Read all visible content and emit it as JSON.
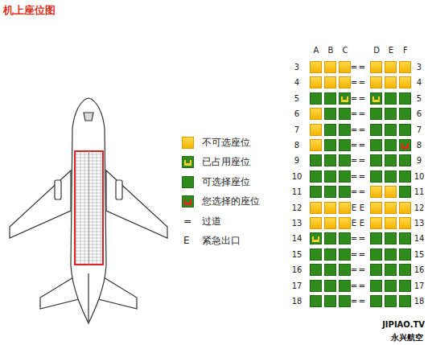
{
  "diagram": {
    "title": "机上座位图",
    "labels": [
      "A",
      "B",
      "C",
      "D",
      "E",
      "F",
      "3",
      "=",
      "=",
      "3",
      "4",
      "=",
      "=",
      "4",
      "5",
      "=",
      "=",
      "5",
      "6",
      "=",
      "=",
      "6",
      "7",
      "=",
      "=",
      "7",
      "8",
      "=",
      "=",
      "8",
      "9",
      "=",
      "=",
      "9",
      "10",
      "=",
      "=",
      "10",
      "11",
      "=",
      "=",
      "11",
      "12",
      "E",
      "E",
      "12",
      "13",
      "E",
      "E",
      "13",
      "14",
      "=",
      "=",
      "14",
      "15",
      "=",
      "=",
      "15",
      "16",
      "=",
      "=",
      "16",
      "17",
      "=",
      "=",
      "17",
      "18",
      "=",
      "=",
      "18",
      "=",
      "E",
      "JIPIAO.TV",
      "永兴航空"
    ],
    "legend": [
      {
        "text": "不可选座位",
        "color": "#f5b400"
      },
      {
        "text": "已占用座位"
      },
      {
        "text": "可选择座位",
        "color": "#2e8b1c"
      },
      {
        "text": "您选择的座位"
      },
      {
        "text": "过道"
      },
      {
        "text": "紧急出口"
      }
    ]
  }
}
